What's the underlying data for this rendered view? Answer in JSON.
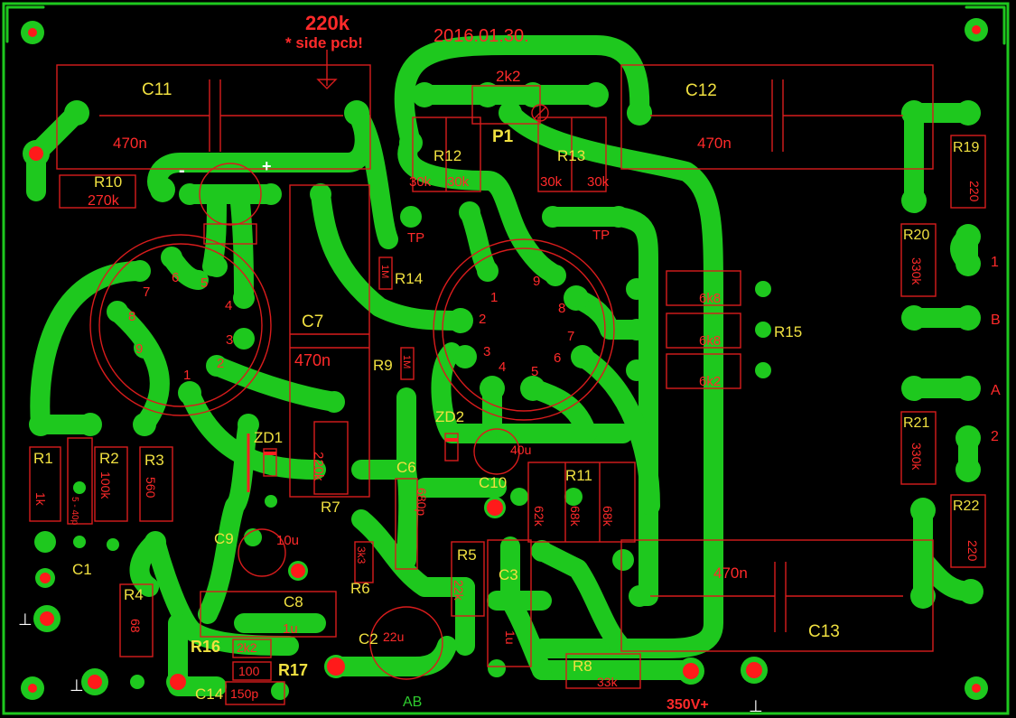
{
  "header": {
    "resistor_note": "220k",
    "side_note": "* side pcb!",
    "date": "2016.01.30."
  },
  "components": {
    "C11": {
      "ref": "C11",
      "value": "470n"
    },
    "C12": {
      "ref": "C12",
      "value": "470n"
    },
    "C13": {
      "ref": "C13",
      "value": "470n"
    },
    "C7": {
      "ref": "C7",
      "value": "470n"
    },
    "C6": {
      "ref": "C6",
      "value": "680p"
    },
    "C8": {
      "ref": "C8",
      "value": "1u"
    },
    "C3": {
      "ref": "C3",
      "value": "1u"
    },
    "C9": {
      "ref": "C9",
      "value": "10u"
    },
    "C10": {
      "ref": "C10",
      "value": "40u"
    },
    "C2": {
      "ref": "C2",
      "value": "22u"
    },
    "C14": {
      "ref": "C14",
      "value": "150p"
    },
    "C1": {
      "ref": "C1",
      "value": "5 - 40p"
    },
    "R1": {
      "ref": "R1",
      "value": "1k"
    },
    "R2": {
      "ref": "R2",
      "value": "100k"
    },
    "R3": {
      "ref": "R3",
      "value": "560"
    },
    "R4": {
      "ref": "R4",
      "value": "68"
    },
    "R5": {
      "ref": "R5",
      "value": "22k"
    },
    "R6": {
      "ref": "R6",
      "value": "3k3"
    },
    "R7": {
      "ref": "R7",
      "value": "220k"
    },
    "R8": {
      "ref": "R8",
      "value": "33k"
    },
    "R9": {
      "ref": "R9",
      "value": "1M"
    },
    "R10": {
      "ref": "R10",
      "value": "270k"
    },
    "R11": {
      "ref": "R11",
      "values": [
        "62k",
        "68k",
        "68k"
      ]
    },
    "R12": {
      "ref": "R12",
      "values": [
        "30k",
        "30k"
      ]
    },
    "R13": {
      "ref": "R13",
      "values": [
        "30k",
        "30k"
      ]
    },
    "R14": {
      "ref": "R14",
      "value": "1M"
    },
    "R15": {
      "ref": "R15",
      "values": [
        "6k8",
        "6k8",
        "6k2"
      ]
    },
    "R16": {
      "ref": "R16",
      "value": "2k2"
    },
    "R17": {
      "ref": "R17",
      "value": "100"
    },
    "R19": {
      "ref": "R19",
      "value": "220"
    },
    "R20": {
      "ref": "R20",
      "value": "330k"
    },
    "R21": {
      "ref": "R21",
      "value": "330k"
    },
    "R22": {
      "ref": "R22",
      "value": "220"
    },
    "P1": {
      "ref": "P1",
      "value": "2k2"
    },
    "ZD1": {
      "ref": "ZD1"
    },
    "ZD2": {
      "ref": "ZD2"
    }
  },
  "test_points": [
    "TP",
    "TP"
  ],
  "tube_left_pins": [
    "1",
    "2",
    "3",
    "4",
    "5",
    "6",
    "7",
    "8",
    "9"
  ],
  "tube_right_pins": [
    "1",
    "2",
    "3",
    "4",
    "5",
    "6",
    "7",
    "8",
    "9"
  ],
  "connectors": {
    "out1": "1",
    "outB": "B",
    "outA": "A",
    "out2": "2",
    "ground1": "⊥",
    "ground2": "⊥",
    "ground3": "⊥",
    "input": "AB",
    "supply": "350V+"
  },
  "electrolytic_marks": {
    "minus": "-",
    "plus": "+"
  }
}
